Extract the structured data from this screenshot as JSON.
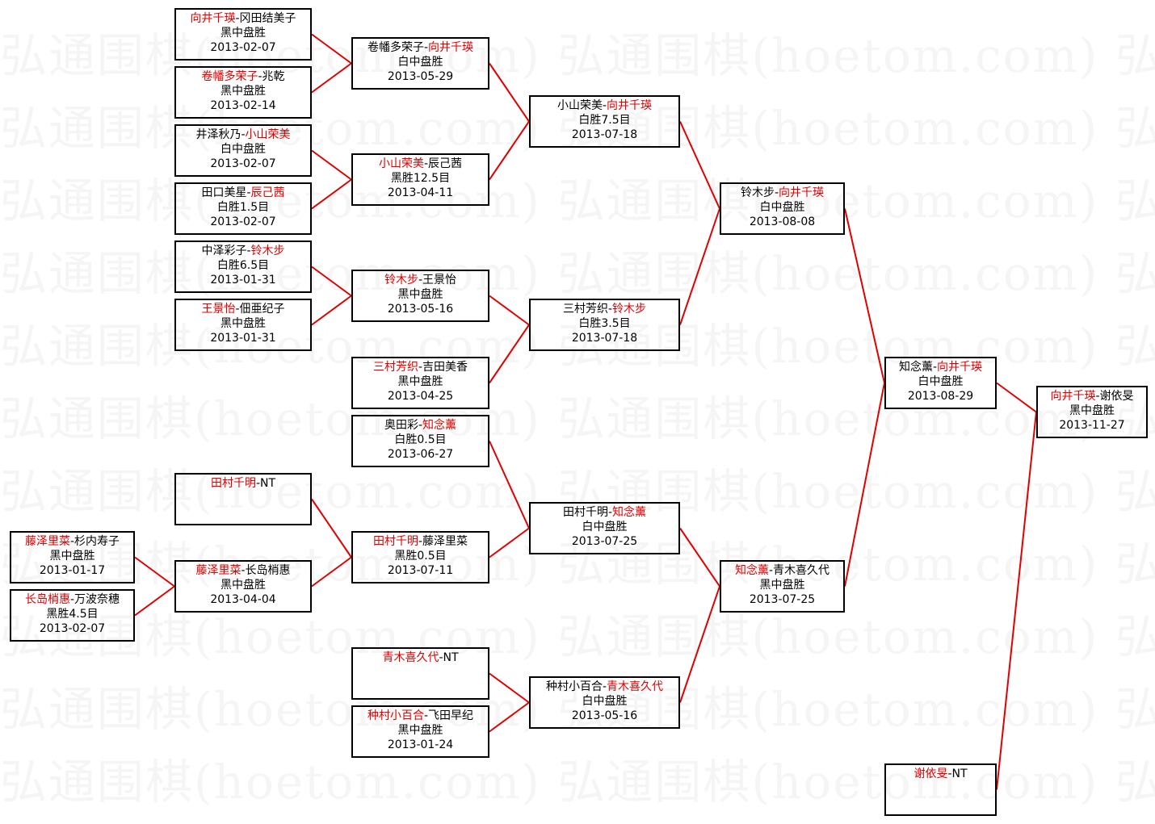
{
  "watermark": "弘通围棋(hoetom.com) 弘通围棋(hoetom.com) 弘通围棋(hoetom.com) 弘通围棋",
  "colors": {
    "winner": "#e00000",
    "loser": "#000000",
    "connector": "#e00000",
    "border": "#000000"
  },
  "matches": [
    {
      "id": "m1",
      "p1": "向井千瑛",
      "p2": "冈田结美子",
      "winner": 1,
      "result": "黑中盘胜",
      "date": "2013-02-07"
    },
    {
      "id": "m2",
      "p1": "卷幡多荣子",
      "p2": "兆乾",
      "winner": 1,
      "result": "黑中盘胜",
      "date": "2013-02-14"
    },
    {
      "id": "m3",
      "p1": "井泽秋乃",
      "p2": "小山荣美",
      "winner": 2,
      "result": "白中盘胜",
      "date": "2013-02-07"
    },
    {
      "id": "m4",
      "p1": "田口美星",
      "p2": "辰己茜",
      "winner": 2,
      "result": "白胜1.5目",
      "date": "2013-02-07"
    },
    {
      "id": "m5",
      "p1": "中泽彩子",
      "p2": "铃木步",
      "winner": 2,
      "result": "白胜6.5目",
      "date": "2013-01-31"
    },
    {
      "id": "m6",
      "p1": "王景怡",
      "p2": "佃亜纪子",
      "winner": 1,
      "result": "黑中盘胜",
      "date": "2013-01-31"
    },
    {
      "id": "m7",
      "p1": "田村千明",
      "p2": "NT",
      "winner": 1,
      "result": "",
      "date": ""
    },
    {
      "id": "m8",
      "p1": "藤泽里菜",
      "p2": "杉内寿子",
      "winner": 1,
      "result": "黑中盘胜",
      "date": "2013-01-17"
    },
    {
      "id": "m9",
      "p1": "长岛梢惠",
      "p2": "万波奈穗",
      "winner": 1,
      "result": "黑胜4.5目",
      "date": "2013-02-07"
    },
    {
      "id": "m10",
      "p1": "藤泽里菜",
      "p2": "长岛梢惠",
      "winner": 1,
      "result": "黑中盘胜",
      "date": "2013-04-04"
    },
    {
      "id": "m11",
      "p1": "卷幡多荣子",
      "p2": "向井千瑛",
      "winner": 2,
      "result": "白中盘胜",
      "date": "2013-05-29"
    },
    {
      "id": "m12",
      "p1": "小山荣美",
      "p2": "辰己茜",
      "winner": 1,
      "result": "黑胜12.5目",
      "date": "2013-04-11"
    },
    {
      "id": "m13",
      "p1": "铃木步",
      "p2": "王景怡",
      "winner": 1,
      "result": "黑中盘胜",
      "date": "2013-05-16"
    },
    {
      "id": "m14",
      "p1": "三村芳织",
      "p2": "吉田美香",
      "winner": 1,
      "result": "黑中盘胜",
      "date": "2013-04-25"
    },
    {
      "id": "m15",
      "p1": "奥田彩",
      "p2": "知念薰",
      "winner": 2,
      "result": "白胜0.5目",
      "date": "2013-06-27"
    },
    {
      "id": "m16",
      "p1": "田村千明",
      "p2": "藤泽里菜",
      "winner": 1,
      "result": "黑胜0.5目",
      "date": "2013-07-11"
    },
    {
      "id": "m17",
      "p1": "青木喜久代",
      "p2": "NT",
      "winner": 1,
      "result": "",
      "date": ""
    },
    {
      "id": "m18",
      "p1": "种村小百合",
      "p2": "飞田早纪",
      "winner": 1,
      "result": "黑中盘胜",
      "date": "2013-01-24"
    },
    {
      "id": "m19",
      "p1": "小山荣美",
      "p2": "向井千瑛",
      "winner": 2,
      "result": "白胜7.5目",
      "date": "2013-07-18"
    },
    {
      "id": "m20",
      "p1": "三村芳织",
      "p2": "铃木步",
      "winner": 2,
      "result": "白胜3.5目",
      "date": "2013-07-18"
    },
    {
      "id": "m21",
      "p1": "田村千明",
      "p2": "知念薰",
      "winner": 2,
      "result": "白中盘胜",
      "date": "2013-07-25"
    },
    {
      "id": "m22",
      "p1": "种村小百合",
      "p2": "青木喜久代",
      "winner": 2,
      "result": "白中盘胜",
      "date": "2013-05-16"
    },
    {
      "id": "m23",
      "p1": "铃木步",
      "p2": "向井千瑛",
      "winner": 2,
      "result": "白中盘胜",
      "date": "2013-08-08"
    },
    {
      "id": "m24",
      "p1": "知念薰",
      "p2": "青木喜久代",
      "winner": 1,
      "result": "黑中盘胜",
      "date": "2013-07-25"
    },
    {
      "id": "m25",
      "p1": "知念薰",
      "p2": "向井千瑛",
      "winner": 2,
      "result": "白中盘胜",
      "date": "2013-08-29"
    },
    {
      "id": "m26",
      "p1": "谢依旻",
      "p2": "NT",
      "winner": 1,
      "result": "",
      "date": ""
    },
    {
      "id": "m27",
      "p1": "向井千瑛",
      "p2": "谢依旻",
      "winner": 1,
      "result": "黑中盘胜",
      "date": "2013-11-27"
    }
  ]
}
